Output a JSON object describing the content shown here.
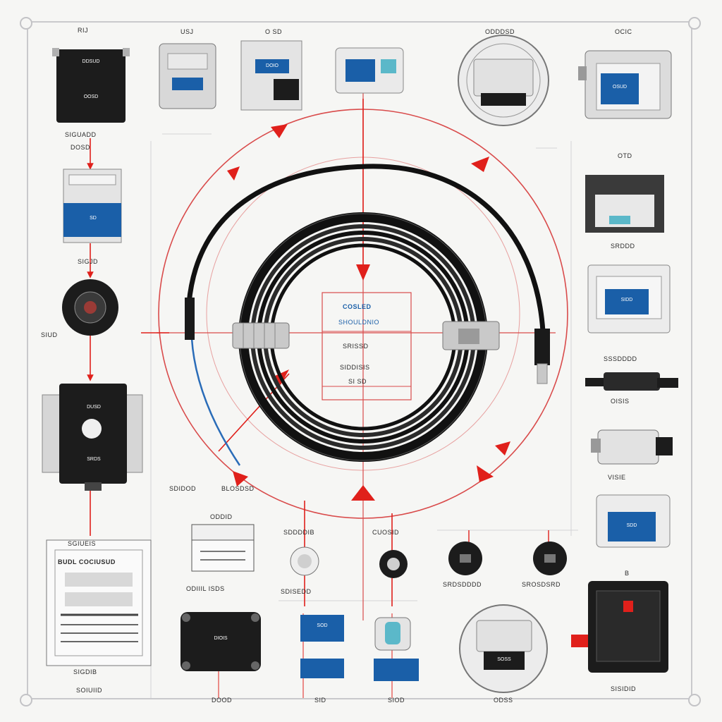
{
  "labels": {
    "top1": "RIJ",
    "top2": "USJ",
    "top3": "O SD",
    "top5": "ODDDSD",
    "top6": "OCIC",
    "left1_caption": "SIGUADD",
    "left2": "DOSD",
    "left3": "SIGJD",
    "left4": "SIUD",
    "left5": "SGIUEIS",
    "left6": "SIGDIB",
    "right2": "OTD",
    "right3": "SRDDD",
    "right4": "SSSDDDD",
    "right5": "OISIS",
    "right6": "VISIE",
    "right7": "B",
    "bottom1": "SOIUIID",
    "bottom2": "DOOD",
    "bottom3": "SID",
    "bottom4": "SIOD",
    "bottom5": "ODSS",
    "bottom6": "SISIDID",
    "mid1": "SDIDOD",
    "mid2": "BLOSDSD",
    "mid3": "SDDDDIB",
    "mid4": "CUOSID",
    "mid5": "ODDID",
    "mid6": "SRDSDDDD",
    "mid7": "SROSDSRD",
    "center1": "COSLED",
    "center2": "SHOULDNIO",
    "center3": "SRISSD",
    "center4": "SIDDISIS",
    "center5": "SI SD",
    "box1": "ODIIIL ISDS",
    "box2": "SDISEDD",
    "panel_title": "BUDL COCIUSUD"
  },
  "screens": {
    "s1": "DDSUD",
    "s2": "OOSD",
    "s3": "SD",
    "s4": "DUSD",
    "s5": "SRDS",
    "s6": "DOIO",
    "s7": "OSUD",
    "s8": "SIDD",
    "s9": "SDD",
    "s10": "SOD",
    "s11": "DIOIS",
    "s12": "SOSS"
  },
  "colors": {
    "cable": "#111111",
    "ring": "#d94b4b",
    "arrow": "#e0201b",
    "screen_blue": "#1a5fa8",
    "device_black": "#1c1c1c",
    "frame": "#c9c9cc"
  }
}
